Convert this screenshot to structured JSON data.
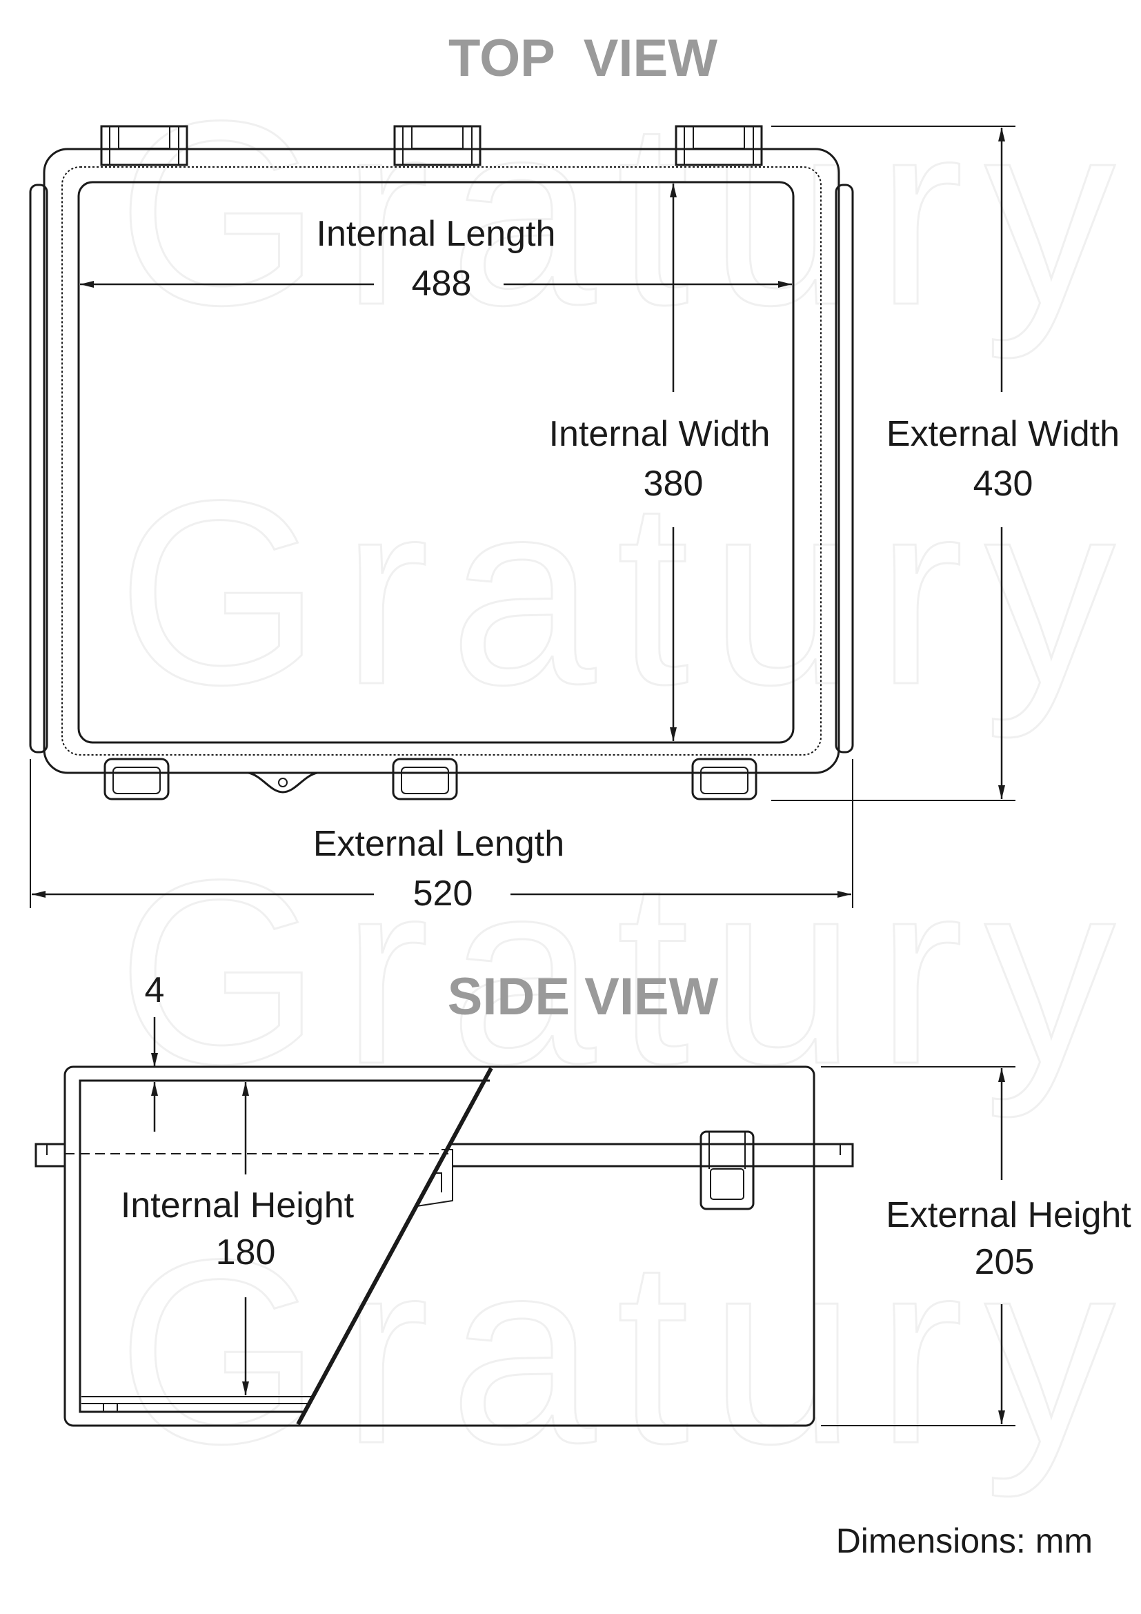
{
  "watermark": "Gratury",
  "top_view": {
    "heading": "TOP  VIEW",
    "internal_length": {
      "label": "Internal Length",
      "value": "488"
    },
    "internal_width": {
      "label": "Internal Width",
      "value": "380"
    },
    "external_width": {
      "label": "External Width",
      "value": "430"
    },
    "external_length": {
      "label": "External Length",
      "value": "520"
    }
  },
  "side_view": {
    "heading": "SIDE VIEW",
    "wall_thickness": {
      "value": "4"
    },
    "internal_height": {
      "label": "Internal Height",
      "value": "180"
    },
    "external_height": {
      "label": "External Height",
      "value": "205"
    }
  },
  "units_note": "Dimensions: mm"
}
